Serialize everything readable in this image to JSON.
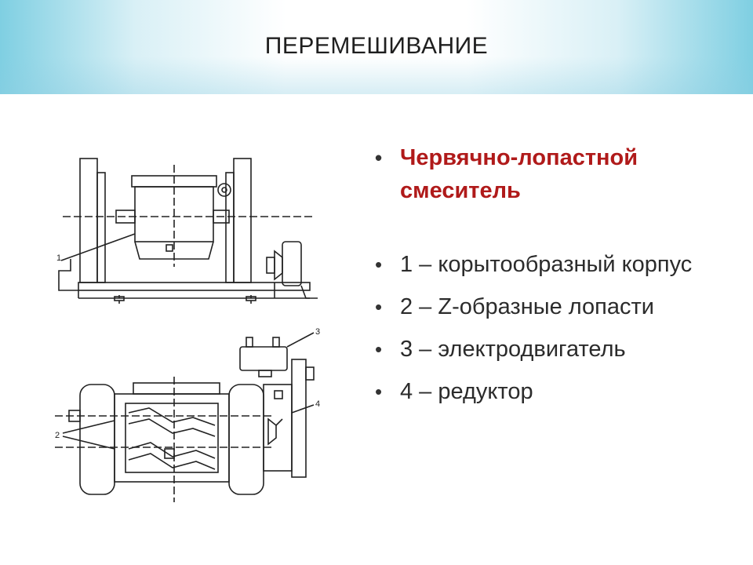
{
  "slide": {
    "title": "ПЕРЕМЕШИВАНИЕ",
    "bullet_symbol": "•",
    "heading_color": "#b01a1a",
    "bullets": [
      "Червячно-лопастной смеситель",
      "1 – корытообразный корпус",
      "2 – Z-образные лопасти",
      "3 – электродвигатель",
      "4 – редуктор"
    ]
  },
  "drawing": {
    "labels": [
      "1",
      "2",
      "3",
      "4"
    ]
  }
}
